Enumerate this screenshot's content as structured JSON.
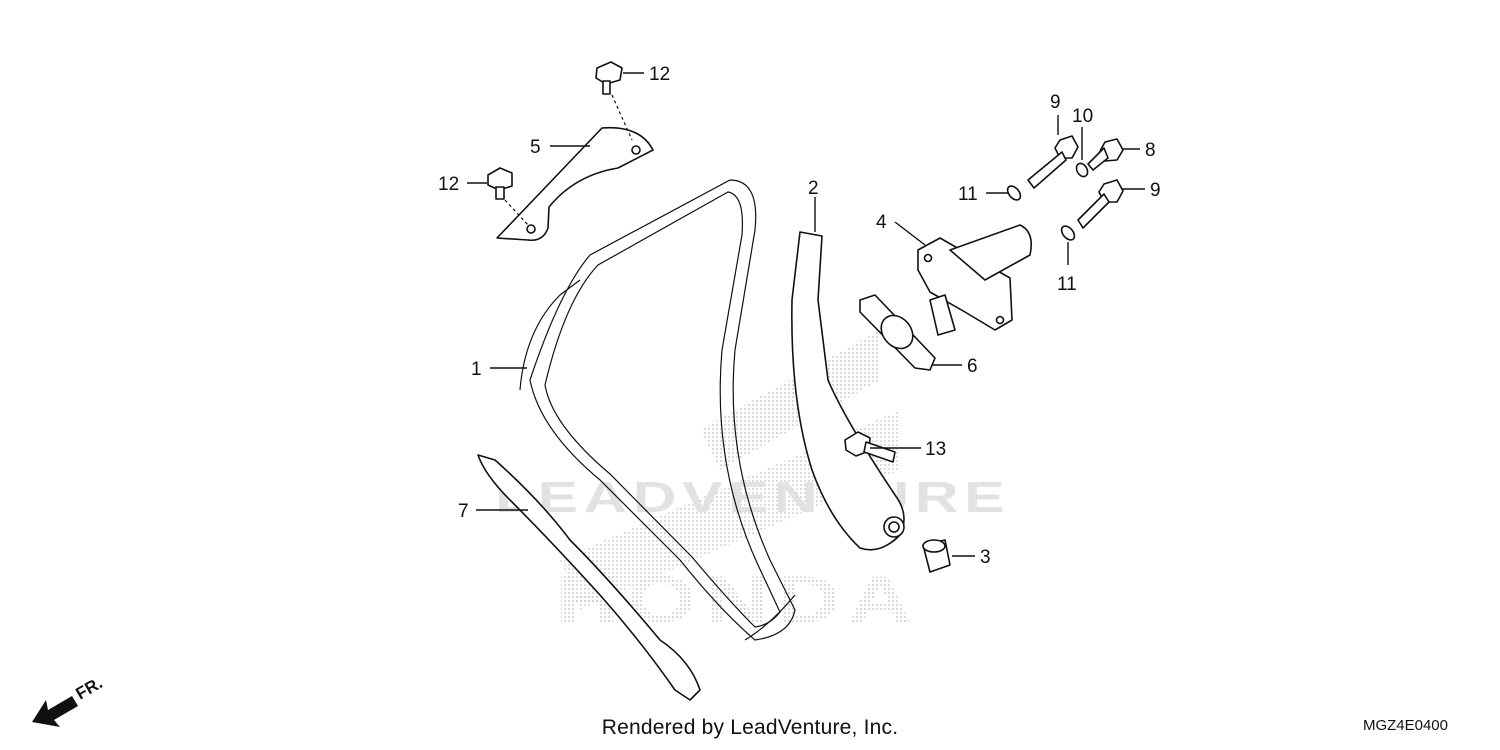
{
  "footer": {
    "credit": "Rendered by LeadVenture, Inc.",
    "diagram_code": "MGZ4E0400"
  },
  "direction_indicator": {
    "label": "FR."
  },
  "watermark": {
    "text": "LEADVENTURE",
    "brand_text": "HONDA"
  },
  "callouts": [
    {
      "id": "c1",
      "number": "1"
    },
    {
      "id": "c2",
      "number": "2"
    },
    {
      "id": "c3",
      "number": "3"
    },
    {
      "id": "c4",
      "number": "4"
    },
    {
      "id": "c5",
      "number": "5"
    },
    {
      "id": "c6",
      "number": "6"
    },
    {
      "id": "c7",
      "number": "7"
    },
    {
      "id": "c8",
      "number": "8"
    },
    {
      "id": "c9a",
      "number": "9"
    },
    {
      "id": "c9b",
      "number": "9"
    },
    {
      "id": "c10",
      "number": "10"
    },
    {
      "id": "c11a",
      "number": "11"
    },
    {
      "id": "c11b",
      "number": "11"
    },
    {
      "id": "c12a",
      "number": "12"
    },
    {
      "id": "c12b",
      "number": "12"
    },
    {
      "id": "c13",
      "number": "13"
    }
  ],
  "colors": {
    "line": "#111111",
    "watermark": "#cccccc",
    "background": "#ffffff"
  }
}
